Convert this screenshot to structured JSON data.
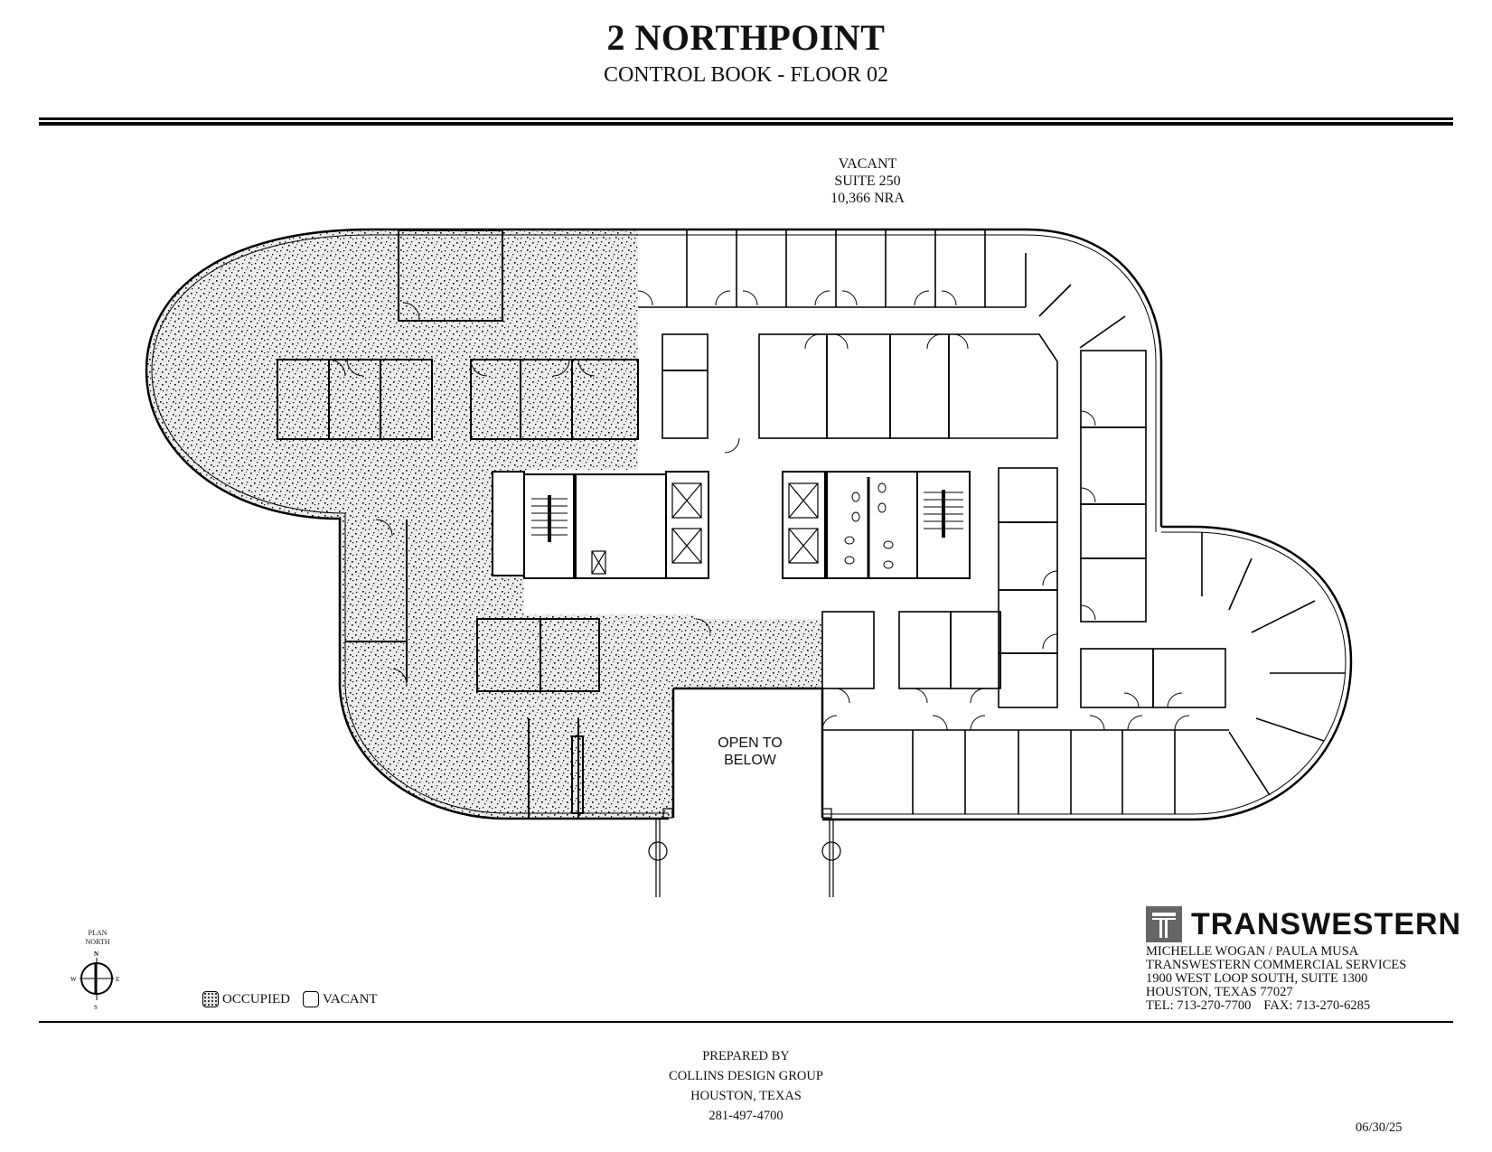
{
  "header": {
    "title": "2 NORTHPOINT",
    "subtitle": "CONTROL BOOK - FLOOR 02"
  },
  "suite": {
    "status": "VACANT",
    "name": "SUITE 250",
    "area": "10,366 NRA"
  },
  "plan": {
    "open_area_label_line1": "OPEN TO",
    "open_area_label_line2": "BELOW",
    "colors": {
      "wall": "#000000",
      "occupied_fill": "#e6e6e6",
      "occupied_dots": "#000000",
      "vacant_fill": "#ffffff",
      "secondary_wall": "#8c8c8c"
    }
  },
  "compass": {
    "label_line1": "PLAN",
    "label_line2": "NORTH",
    "n": "N",
    "s": "S",
    "e": "E",
    "w": "W"
  },
  "legend": {
    "occupied": "OCCUPIED",
    "vacant": "VACANT"
  },
  "broker": {
    "logo_text": "TRANSWESTERN",
    "logo_color": "#666666",
    "contacts": "MICHELLE WOGAN / PAULA MUSA",
    "company": "TRANSWESTERN COMMERCIAL SERVICES",
    "address1": "1900 WEST LOOP SOUTH, SUITE 1300",
    "address2": "HOUSTON, TEXAS 77027",
    "tel": "TEL: 713-270-7700",
    "fax": "FAX: 713-270-6285"
  },
  "prepared": {
    "line1": "PREPARED BY",
    "line2": "COLLINS DESIGN GROUP",
    "line3": "HOUSTON, TEXAS",
    "line4": "281-497-4700"
  },
  "date": "06/30/25"
}
